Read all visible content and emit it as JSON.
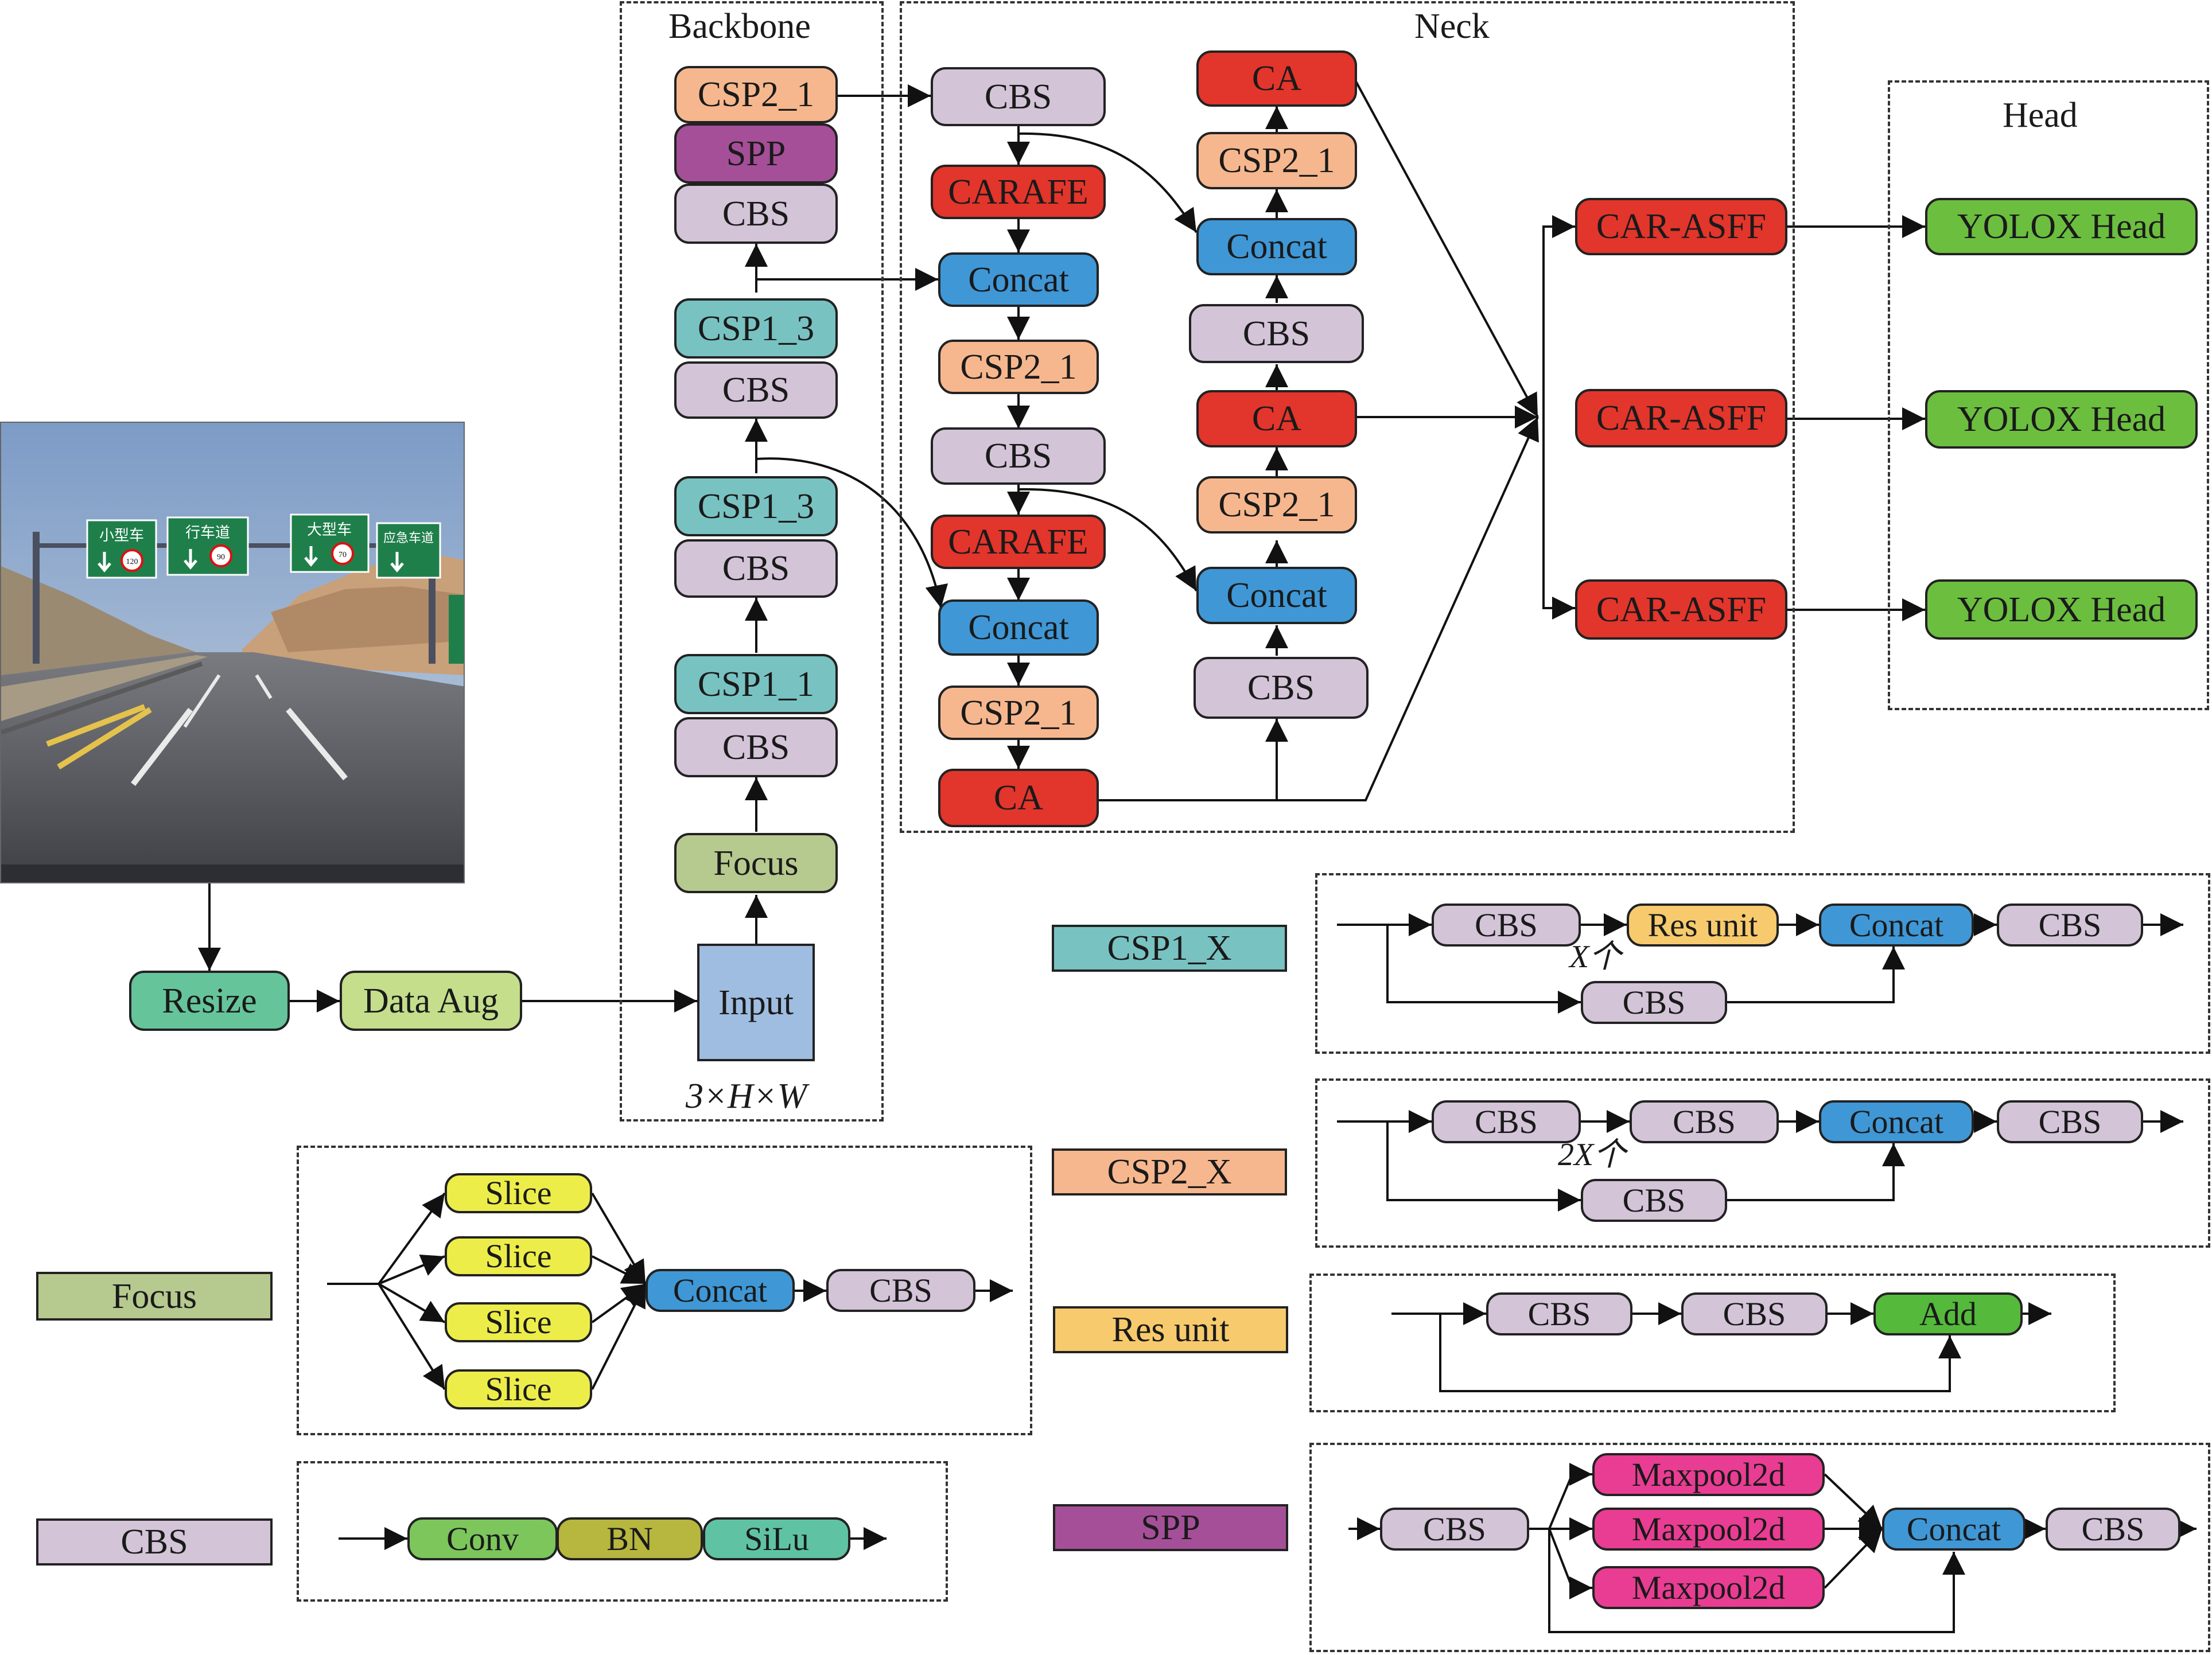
{
  "sections": {
    "backbone": "Backbone",
    "neck": "Neck",
    "head": "Head"
  },
  "input_dims": "3×H×W",
  "preprocess": {
    "resize": "Resize",
    "data_aug": "Data Aug",
    "input": "Input"
  },
  "backbone": {
    "csp2_1": "CSP2_1",
    "spp": "SPP",
    "cbs_top": "CBS",
    "csp1_3_a": "CSP1_3",
    "cbs_a": "CBS",
    "csp1_3_b": "CSP1_3",
    "cbs_b": "CBS",
    "csp1_1": "CSP1_1",
    "cbs_c": "CBS",
    "focus": "Focus"
  },
  "neck": {
    "left": [
      "CBS",
      "CARAFE",
      "Concat",
      "CSP2_1",
      "CBS",
      "CARAFE",
      "Concat",
      "CSP2_1",
      "CA"
    ],
    "right": [
      "CA",
      "CSP2_1",
      "Concat",
      "CBS",
      "CA",
      "CSP2_1",
      "Concat",
      "CBS"
    ]
  },
  "asff": [
    "CAR-ASFF",
    "CAR-ASFF",
    "CAR-ASFF"
  ],
  "heads": [
    "YOLOX Head",
    "YOLOX Head",
    "YOLOX Head"
  ],
  "legend": {
    "csp1_x": {
      "label": "CSP1_X",
      "cbs1": "CBS",
      "res_unit": "Res unit",
      "concat": "Concat",
      "cbs2": "CBS",
      "cbs_branch": "CBS",
      "repeat": "X个"
    },
    "csp2_x": {
      "label": "CSP2_X",
      "cbs1": "CBS",
      "cbs_mid": "CBS",
      "concat": "Concat",
      "cbs2": "CBS",
      "cbs_branch": "CBS",
      "repeat": "2X个"
    },
    "focus": {
      "label": "Focus",
      "slices": [
        "Slice",
        "Slice",
        "Slice",
        "Slice"
      ],
      "concat": "Concat",
      "cbs": "CBS"
    },
    "res_unit": {
      "label": "Res unit",
      "cbs1": "CBS",
      "cbs2": "CBS",
      "add": "Add"
    },
    "cbs": {
      "label": "CBS",
      "conv": "Conv",
      "bn": "BN",
      "silu": "SiLu"
    },
    "spp": {
      "label": "SPP",
      "cbs_in": "CBS",
      "maxpools": [
        "Maxpool2d",
        "Maxpool2d",
        "Maxpool2d"
      ],
      "concat": "Concat",
      "cbs_out": "CBS"
    }
  },
  "photo": {
    "signs": [
      "小型车",
      "行车道",
      "大型车",
      "应急车道"
    ],
    "speeds": [
      "120",
      "90",
      "70"
    ]
  }
}
